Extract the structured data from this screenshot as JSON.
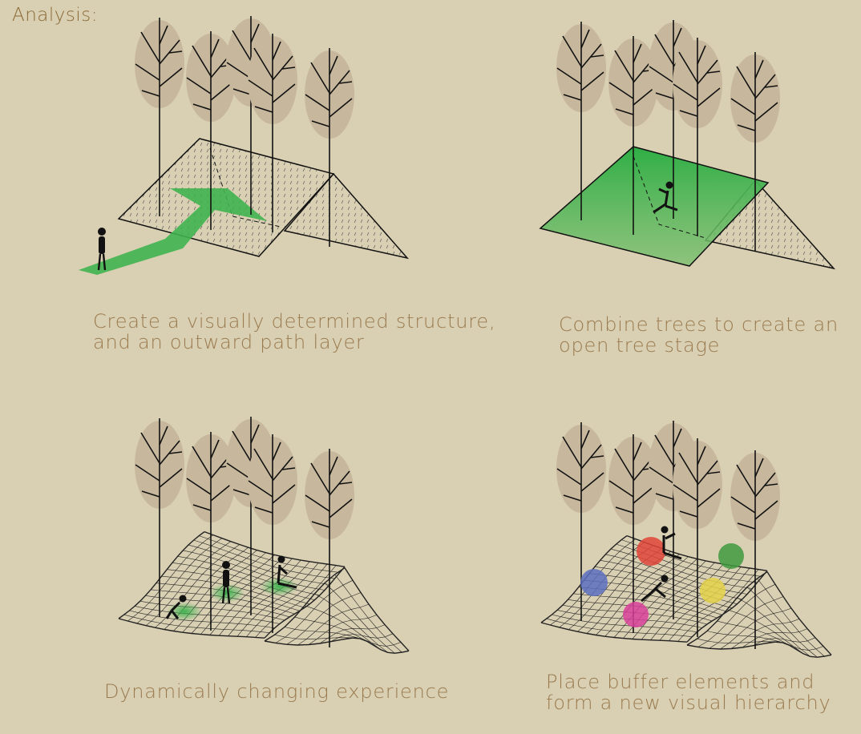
{
  "title": "Analysis:",
  "colors": {
    "background": "#d9cfb2",
    "path_green": "#3fb34f",
    "canopy": "#c7b89d",
    "text": "#9a7b50"
  },
  "panels": [
    {
      "caption_line1": "Create a visually determined structure,",
      "caption_line2": "and an outward path layer"
    },
    {
      "caption_line1": "Combine trees to create an",
      "caption_line2": "open tree stage"
    },
    {
      "caption_line1": "Dynamically changing experience"
    },
    {
      "caption_line1": "Place buffer elements and",
      "caption_line2": "form a new visual hierarchy"
    }
  ],
  "buffer_element_colors": [
    "#e0453a",
    "#3f9a3f",
    "#5a6fc0",
    "#e3d24a",
    "#d8409a"
  ]
}
